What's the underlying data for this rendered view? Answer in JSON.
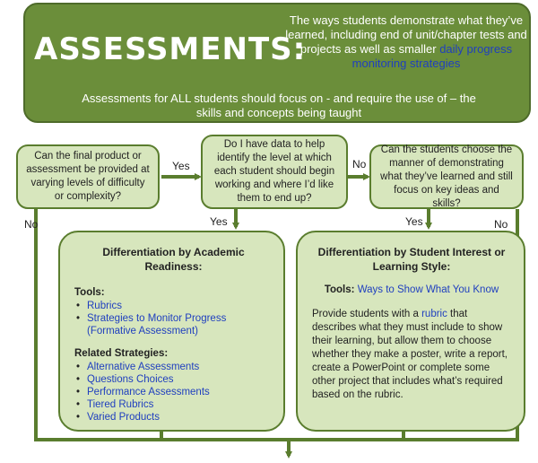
{
  "header": {
    "title": "ASSESSMENTS:",
    "description_prefix": "The ways students demonstrate what they’ve learned, including end of unit/chapter tests and projects as well as smaller ",
    "description_link": "daily progress monitoring strategies",
    "subtitle": "Assessments for ALL students should focus on - and require the use of – the skills and concepts being taught"
  },
  "questions": {
    "q1": "Can the final product or assessment be provided at varying levels of difficulty or complexity?",
    "q2": "Do I have data to help identify the level at which each student should begin working and where I’d like them to end up?",
    "q3": "Can the students choose the manner of demonstrating what they’ve learned and still focus on key ideas and skills?"
  },
  "labels": {
    "yes1": "Yes",
    "no1": "No",
    "no2": "No",
    "yes2": "Yes",
    "yes3": "Yes",
    "no3": "No"
  },
  "readiness": {
    "title": "Differentiation by Academic Readiness:",
    "tools_heading": "Tools:",
    "tools": [
      "Rubrics",
      "Strategies to Monitor Progress (Formative Assessment)"
    ],
    "related_heading": "Related Strategies:",
    "related": [
      "Alternative Assessments",
      "Questions Choices",
      "Performance Assessments",
      "Tiered Rubrics",
      "Varied Products"
    ]
  },
  "interest": {
    "title": "Differentiation by Student Interest or Learning Style:",
    "tools_heading": "Tools:",
    "tools_link": "Ways to Show What You Know",
    "body_prefix": "Provide students with a ",
    "body_link": "rubric",
    "body_suffix": " that describes what they must include to show their learning, but allow them to choose whether they make a poster, write a report, create a PowerPoint or complete some other project that includes what’s required based on the rubric."
  },
  "colors": {
    "header_fill": "#6b8e3a",
    "box_fill": "#d7e6bd",
    "line": "#5a7d2e",
    "link": "#1f3fbf"
  }
}
